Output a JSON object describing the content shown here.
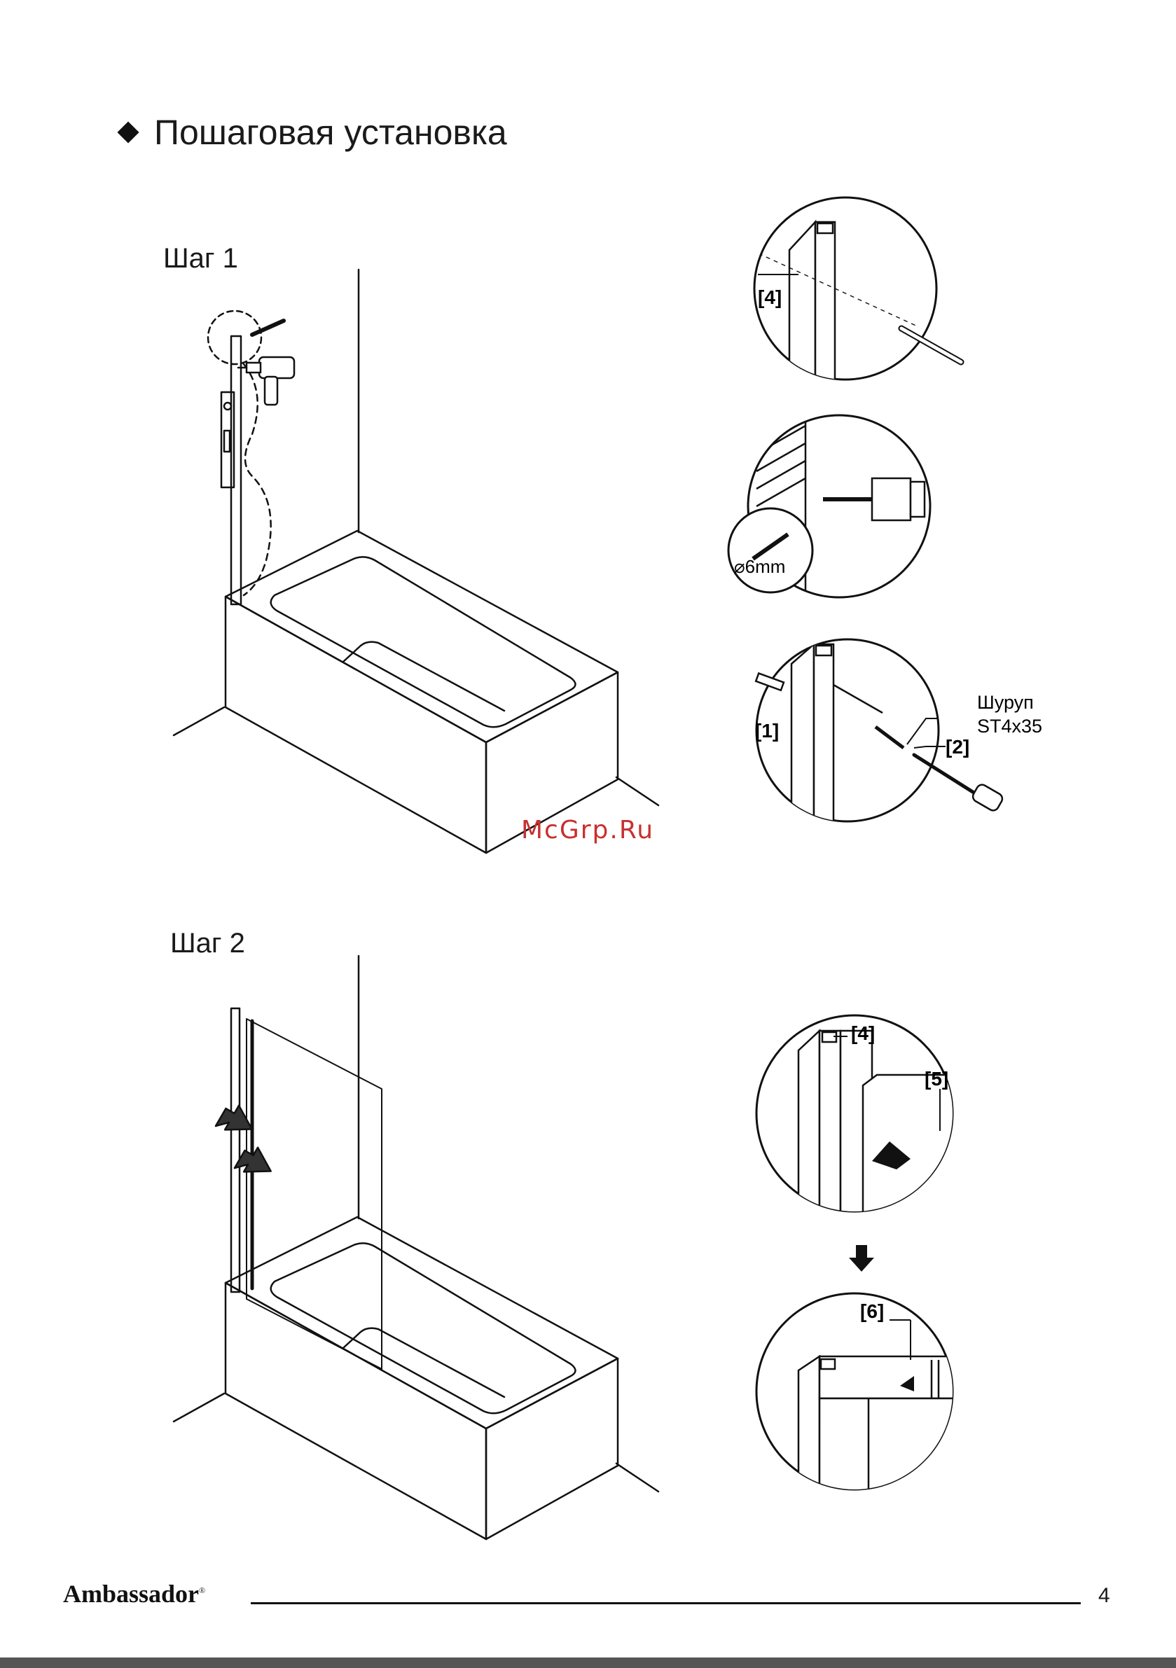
{
  "document": {
    "section_title": "Пошаговая установка",
    "steps": [
      {
        "label": "Шаг 1"
      },
      {
        "label": "Шаг 2"
      }
    ],
    "callouts": {
      "part4": "[4]",
      "part1": "[1]",
      "part2": "[2]",
      "part5": "[5]",
      "part6": "[6]",
      "drill_size": "⌀6mm",
      "screw_name": "Шуруп",
      "screw_spec": "ST4x35"
    },
    "watermark": "McGrp.Ru",
    "footer": {
      "brand": "Ambassador",
      "brand_mark": "®",
      "page_number": "4"
    }
  }
}
